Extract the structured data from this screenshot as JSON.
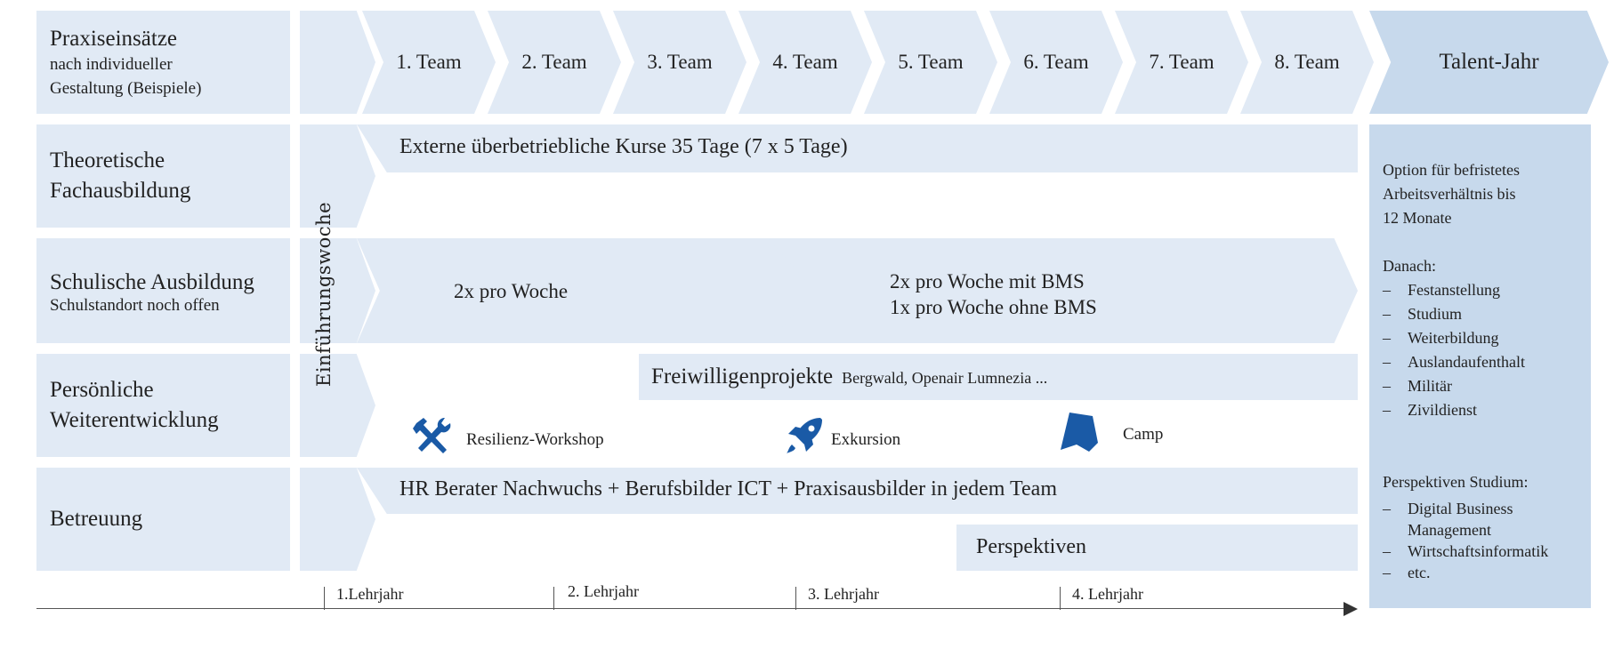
{
  "rows": [
    {
      "title": "Praxiseinsätze",
      "subtitle_lines": [
        "nach individueller",
        "Gestaltung (Beispiele)"
      ]
    },
    {
      "title_lines": [
        "Theoretische",
        "Fachausbildung"
      ]
    },
    {
      "title": "Schulische Ausbildung",
      "subtitle": "Schulstandort noch offen"
    },
    {
      "title_lines": [
        "Persönliche",
        "Weiterentwicklung"
      ]
    },
    {
      "title": "Betreuung"
    }
  ],
  "intro_week": "Einführungswoche",
  "teams": [
    "1. Team",
    "2. Team",
    "3. Team",
    "4. Team",
    "5. Team",
    "6. Team",
    "7. Team",
    "8. Team"
  ],
  "talent_year": "Talent-Jahr",
  "theory_band": "Externe überbetriebliche Kurse 35 Tage (7 x 5 Tage)",
  "school": {
    "first": "2x pro Woche",
    "second_lines": [
      "2x pro Woche mit BMS",
      "1x pro Woche ohne BMS"
    ]
  },
  "personal": {
    "volunteer_title": "Freiwilligenprojekte",
    "volunteer_examples": "Bergwald, Openair Lumnezia ...",
    "events": [
      {
        "icon": "tools-icon",
        "label": "Resilienz-Workshop"
      },
      {
        "icon": "rocket-icon",
        "label": "Exkursion"
      },
      {
        "icon": "tent-icon",
        "label": "Camp"
      }
    ]
  },
  "support": {
    "band": "HR Berater Nachwuchs + Berufsbilder ICT + Praxisausbilder in jedem Team",
    "perspectives": "Perspektiven"
  },
  "timeline": [
    "1.Lehrjahr",
    "2. Lehrjahr",
    "3. Lehrjahr",
    "4. Lehrjahr"
  ],
  "talent_panel": {
    "option_lines": [
      "Option für befristetes",
      "Arbeitsverhältnis bis",
      "12 Monate"
    ],
    "after_title": "Danach:",
    "after_items": [
      "Festanstellung",
      "Studium",
      "Weiterbildung",
      "Auslandaufenthalt",
      "Militär",
      "Zivildienst"
    ],
    "study_title": "Perspektiven Studium:",
    "study_items": [
      "Digital Business Management",
      "Wirtschaftsinformatik",
      "etc."
    ],
    "dash": "–"
  },
  "colors": {
    "light": "#e1eaf5",
    "talent": "#c7d9ec",
    "icon": "#1a5aa6"
  }
}
